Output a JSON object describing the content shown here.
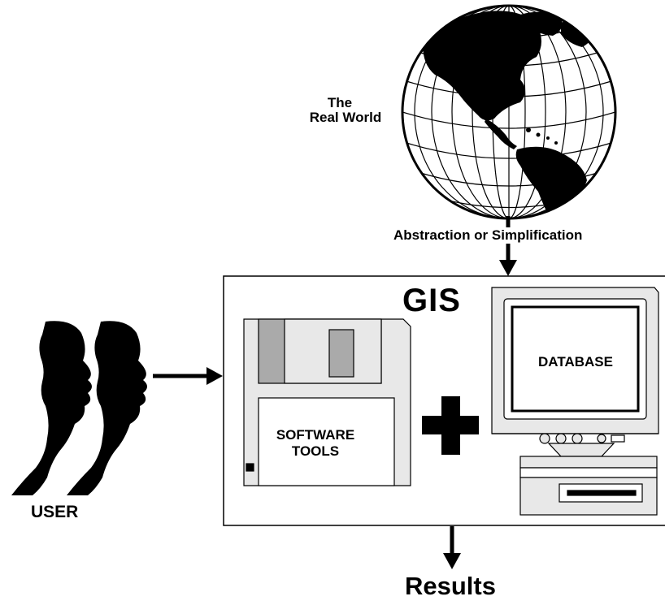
{
  "diagram": {
    "world_label": [
      "The",
      "Real World"
    ],
    "abstraction_label": "Abstraction or Simplification",
    "gis_label": "GIS",
    "software_label": [
      "SOFTWARE",
      "TOOLS"
    ],
    "database_label": "DATABASE",
    "user_label": "USER",
    "results_label": "Results"
  },
  "icons": [
    "globe-icon",
    "user-silhouettes-icon",
    "floppy-disk-icon",
    "plus-icon",
    "computer-icon"
  ],
  "colors": {
    "ink": "#000000",
    "paper": "#ffffff",
    "grey_fill": "#e8e8e8",
    "dark_grey": "#aaaaaa"
  }
}
